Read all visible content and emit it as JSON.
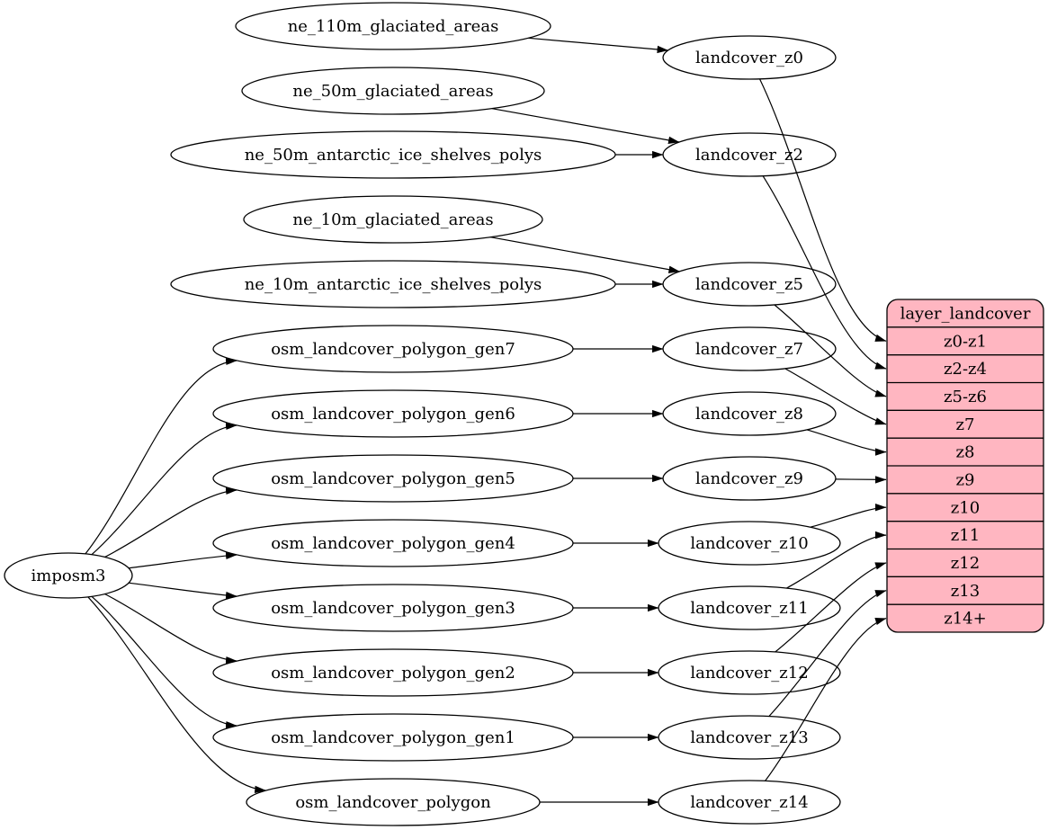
{
  "colors": {
    "background": "#ffffff",
    "node_fill": "#ffffff",
    "node_stroke": "#000000",
    "edge": "#000000",
    "record_fill": "#ffb6c1",
    "record_stroke": "#000000",
    "text": "#000000"
  },
  "graph": {
    "nodes": [
      {
        "id": "imposm3",
        "label": "imposm3"
      },
      {
        "id": "ne_110m_glaciated_areas",
        "label": "ne_110m_glaciated_areas"
      },
      {
        "id": "ne_50m_glaciated_areas",
        "label": "ne_50m_glaciated_areas"
      },
      {
        "id": "ne_50m_antarctic_ice_shelves_polys",
        "label": "ne_50m_antarctic_ice_shelves_polys"
      },
      {
        "id": "ne_10m_glaciated_areas",
        "label": "ne_10m_glaciated_areas"
      },
      {
        "id": "ne_10m_antarctic_ice_shelves_polys",
        "label": "ne_10m_antarctic_ice_shelves_polys"
      },
      {
        "id": "osm_landcover_polygon_gen7",
        "label": "osm_landcover_polygon_gen7"
      },
      {
        "id": "osm_landcover_polygon_gen6",
        "label": "osm_landcover_polygon_gen6"
      },
      {
        "id": "osm_landcover_polygon_gen5",
        "label": "osm_landcover_polygon_gen5"
      },
      {
        "id": "osm_landcover_polygon_gen4",
        "label": "osm_landcover_polygon_gen4"
      },
      {
        "id": "osm_landcover_polygon_gen3",
        "label": "osm_landcover_polygon_gen3"
      },
      {
        "id": "osm_landcover_polygon_gen2",
        "label": "osm_landcover_polygon_gen2"
      },
      {
        "id": "osm_landcover_polygon_gen1",
        "label": "osm_landcover_polygon_gen1"
      },
      {
        "id": "osm_landcover_polygon",
        "label": "osm_landcover_polygon"
      },
      {
        "id": "landcover_z0",
        "label": "landcover_z0"
      },
      {
        "id": "landcover_z2",
        "label": "landcover_z2"
      },
      {
        "id": "landcover_z5",
        "label": "landcover_z5"
      },
      {
        "id": "landcover_z7",
        "label": "landcover_z7"
      },
      {
        "id": "landcover_z8",
        "label": "landcover_z8"
      },
      {
        "id": "landcover_z9",
        "label": "landcover_z9"
      },
      {
        "id": "landcover_z10",
        "label": "landcover_z10"
      },
      {
        "id": "landcover_z11",
        "label": "landcover_z11"
      },
      {
        "id": "landcover_z12",
        "label": "landcover_z12"
      },
      {
        "id": "landcover_z13",
        "label": "landcover_z13"
      },
      {
        "id": "landcover_z14",
        "label": "landcover_z14"
      }
    ],
    "record": {
      "id": "layer_landcover",
      "title": "layer_landcover",
      "rows": [
        "z0-z1",
        "z2-z4",
        "z5-z6",
        "z7",
        "z8",
        "z9",
        "z10",
        "z11",
        "z12",
        "z13",
        "z14+"
      ]
    },
    "edges": [
      {
        "from": "imposm3",
        "to": "osm_landcover_polygon_gen7"
      },
      {
        "from": "imposm3",
        "to": "osm_landcover_polygon_gen6"
      },
      {
        "from": "imposm3",
        "to": "osm_landcover_polygon_gen5"
      },
      {
        "from": "imposm3",
        "to": "osm_landcover_polygon_gen4"
      },
      {
        "from": "imposm3",
        "to": "osm_landcover_polygon_gen3"
      },
      {
        "from": "imposm3",
        "to": "osm_landcover_polygon_gen2"
      },
      {
        "from": "imposm3",
        "to": "osm_landcover_polygon_gen1"
      },
      {
        "from": "imposm3",
        "to": "osm_landcover_polygon"
      },
      {
        "from": "ne_110m_glaciated_areas",
        "to": "landcover_z0"
      },
      {
        "from": "ne_50m_glaciated_areas",
        "to": "landcover_z2"
      },
      {
        "from": "ne_50m_antarctic_ice_shelves_polys",
        "to": "landcover_z2"
      },
      {
        "from": "ne_10m_glaciated_areas",
        "to": "landcover_z5"
      },
      {
        "from": "ne_10m_antarctic_ice_shelves_polys",
        "to": "landcover_z5"
      },
      {
        "from": "osm_landcover_polygon_gen7",
        "to": "landcover_z7"
      },
      {
        "from": "osm_landcover_polygon_gen6",
        "to": "landcover_z8"
      },
      {
        "from": "osm_landcover_polygon_gen5",
        "to": "landcover_z9"
      },
      {
        "from": "osm_landcover_polygon_gen4",
        "to": "landcover_z10"
      },
      {
        "from": "osm_landcover_polygon_gen3",
        "to": "landcover_z11"
      },
      {
        "from": "osm_landcover_polygon_gen2",
        "to": "landcover_z12"
      },
      {
        "from": "osm_landcover_polygon_gen1",
        "to": "landcover_z13"
      },
      {
        "from": "osm_landcover_polygon",
        "to": "landcover_z14"
      },
      {
        "from": "landcover_z0",
        "to": "layer_landcover",
        "port": "z0-z1"
      },
      {
        "from": "landcover_z2",
        "to": "layer_landcover",
        "port": "z2-z4"
      },
      {
        "from": "landcover_z5",
        "to": "layer_landcover",
        "port": "z5-z6"
      },
      {
        "from": "landcover_z7",
        "to": "layer_landcover",
        "port": "z7"
      },
      {
        "from": "landcover_z8",
        "to": "layer_landcover",
        "port": "z8"
      },
      {
        "from": "landcover_z9",
        "to": "layer_landcover",
        "port": "z9"
      },
      {
        "from": "landcover_z10",
        "to": "layer_landcover",
        "port": "z10"
      },
      {
        "from": "landcover_z11",
        "to": "layer_landcover",
        "port": "z11"
      },
      {
        "from": "landcover_z12",
        "to": "layer_landcover",
        "port": "z12"
      },
      {
        "from": "landcover_z13",
        "to": "layer_landcover",
        "port": "z13"
      },
      {
        "from": "landcover_z14",
        "to": "layer_landcover",
        "port": "z14+"
      }
    ]
  }
}
